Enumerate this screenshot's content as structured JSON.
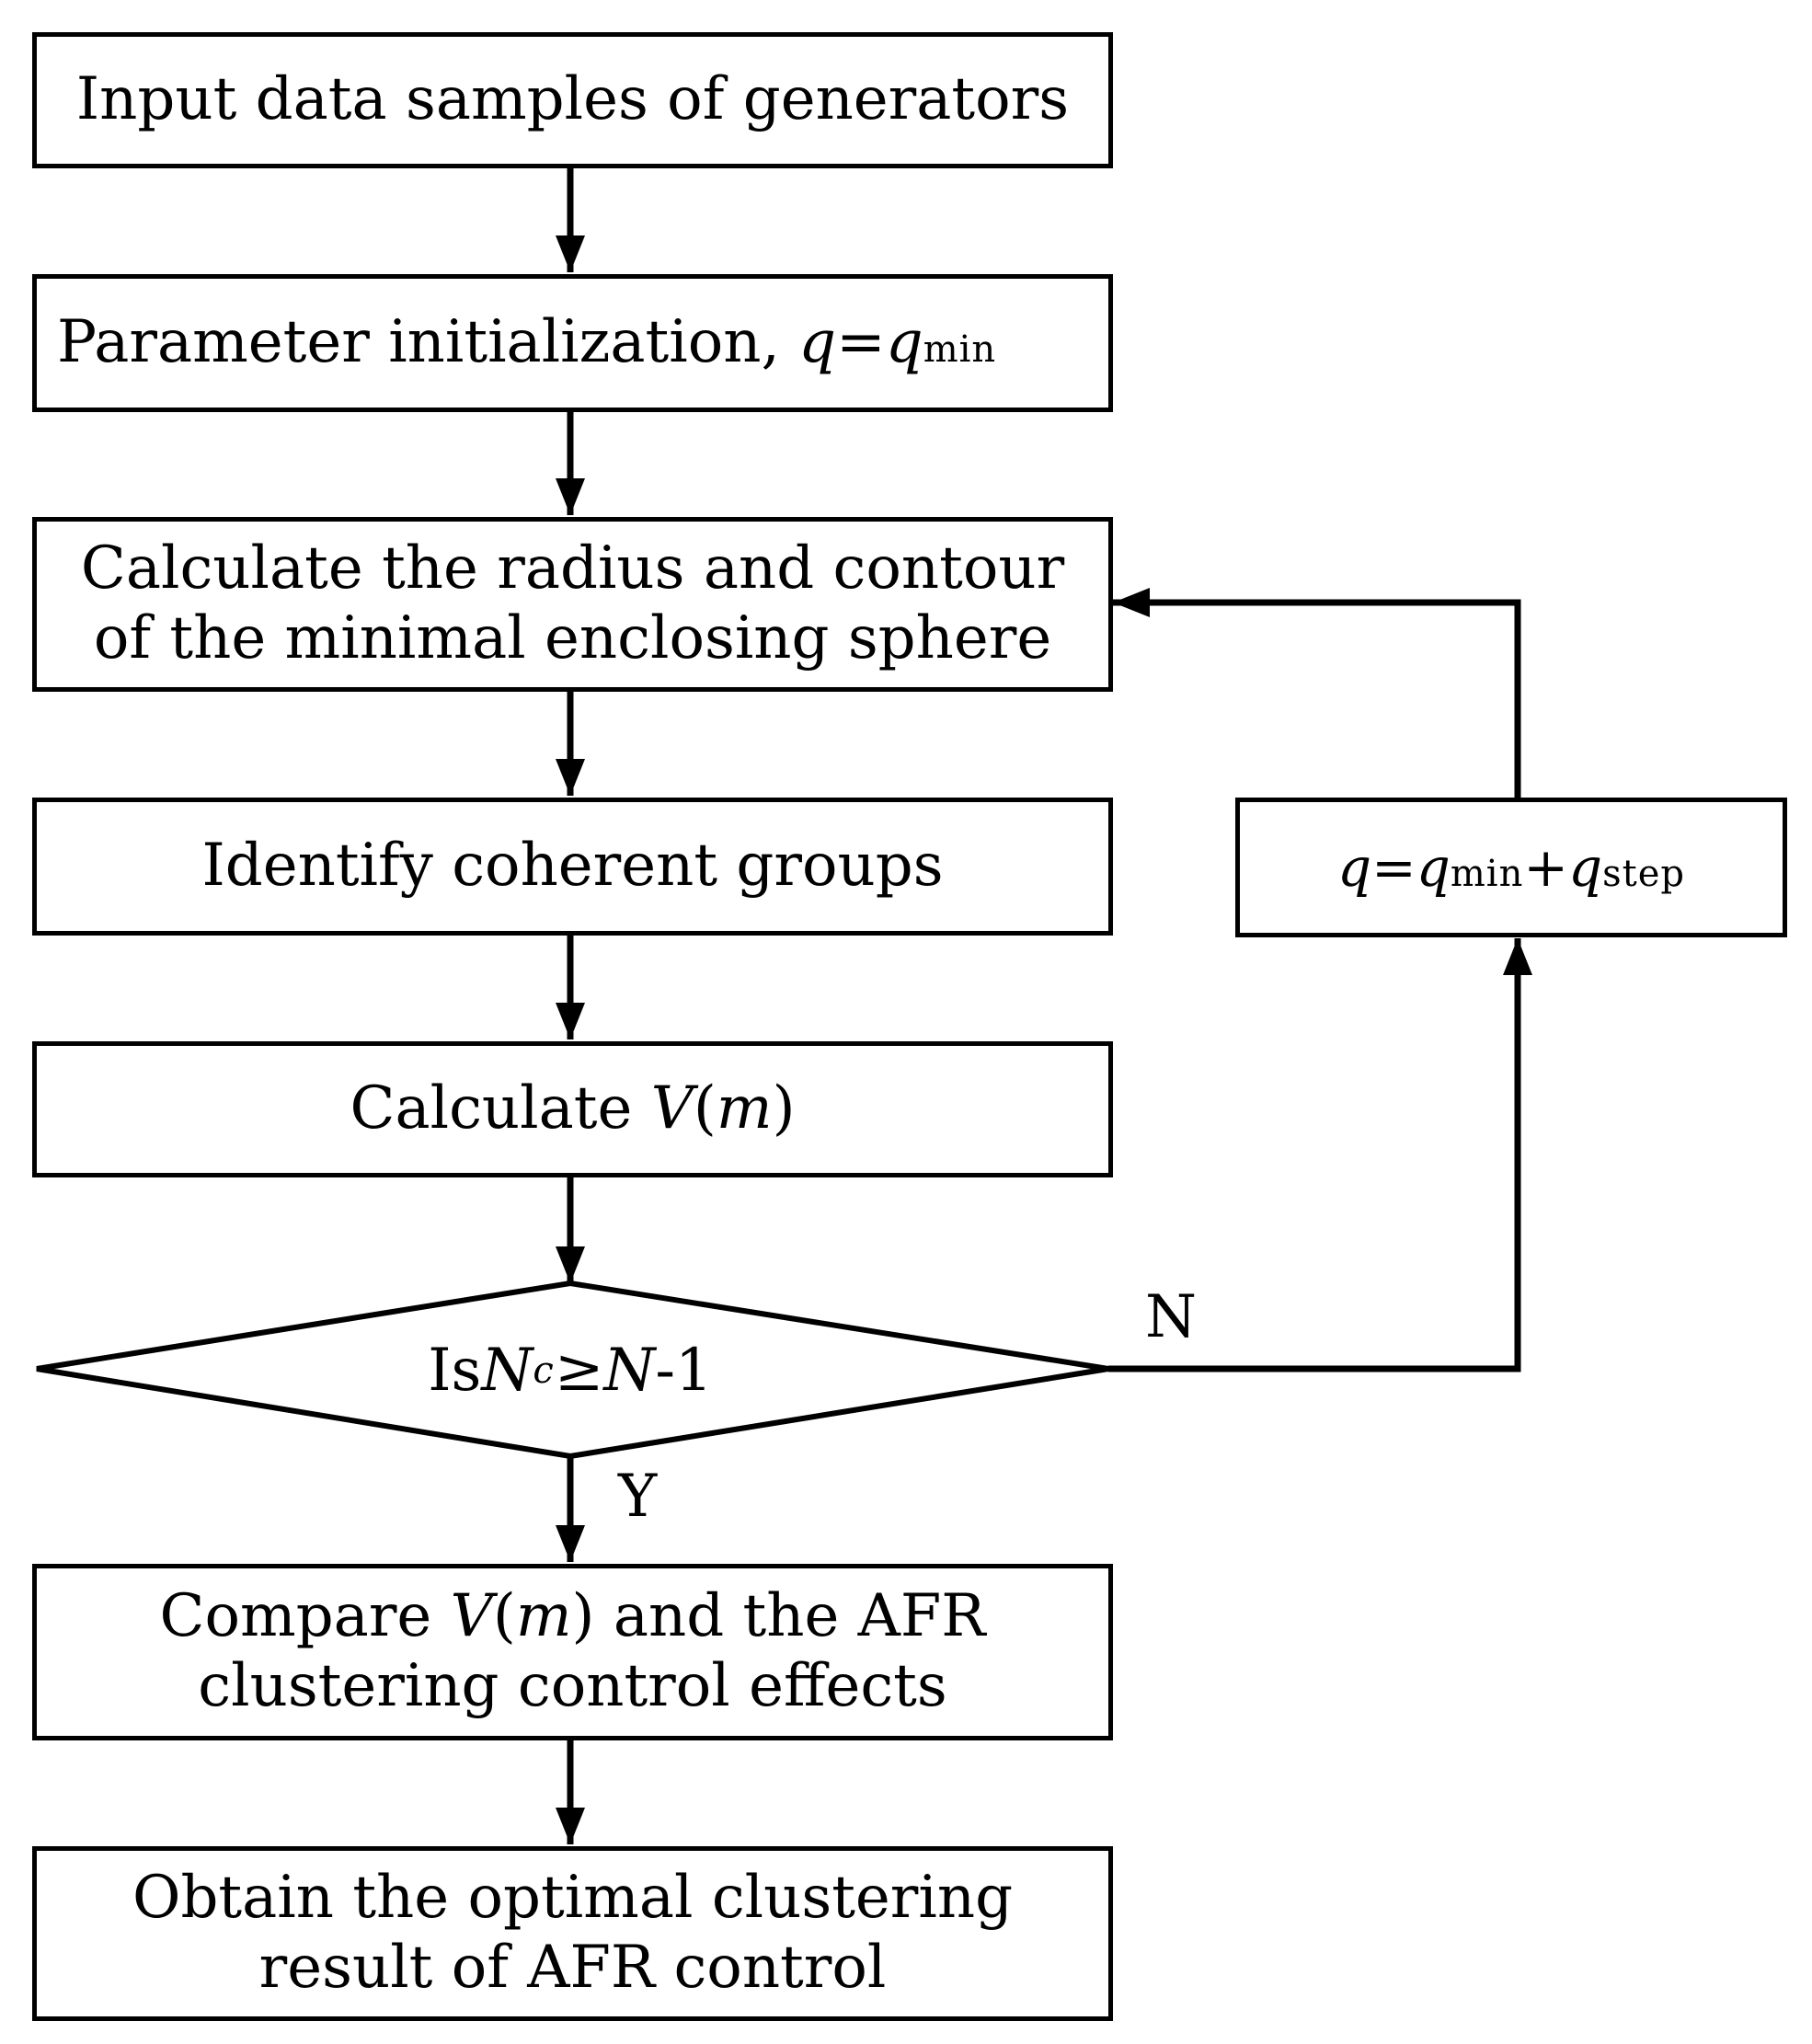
{
  "nodes": {
    "input": {
      "text": "Input data samples of generators"
    },
    "init": {
      "text": "Parameter initialization, ",
      "q": "q",
      "eq": "=",
      "q2": "q",
      "sub": "min"
    },
    "calc_radius": {
      "line1": "Calculate the radius and contour",
      "line2": "of the minimal enclosing sphere"
    },
    "identify": {
      "text": "Identify coherent groups"
    },
    "calc_v": {
      "prefix": "Calculate ",
      "v": "V",
      "open": "(",
      "m": "m",
      "close": ")"
    },
    "decision": {
      "prefix": "Is ",
      "n": "N",
      "c": "c",
      "geq": "≥",
      "n2": "N",
      "suffix": "-1"
    },
    "compare": {
      "prefix": "Compare ",
      "v": "V",
      "open": "(",
      "m": "m",
      "suffix": ") and the AFR",
      "line2": "clustering control effects"
    },
    "obtain": {
      "line1": "Obtain the optimal clustering",
      "line2": "result of AFR control"
    },
    "update": {
      "q": "q",
      "eq": "=",
      "q2": "q",
      "sub1": "min",
      "plus": "+",
      "q3": "q",
      "sub2": "step"
    }
  },
  "edge_labels": {
    "no": "N",
    "yes": "Y"
  }
}
